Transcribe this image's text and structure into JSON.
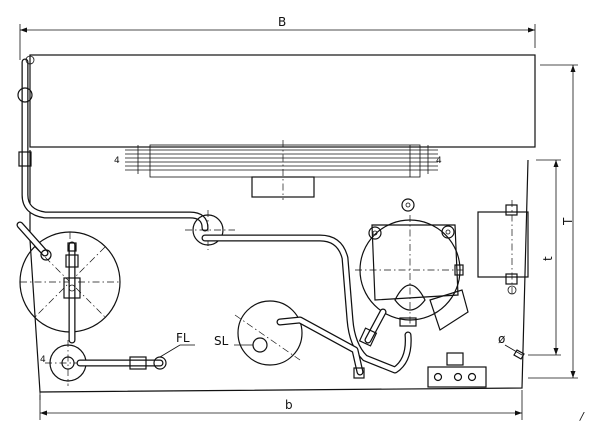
{
  "dimensions": {
    "width_total": "B",
    "width_base": "b",
    "height_total": "T",
    "height_partial": "t",
    "diameter": "ø"
  },
  "labels": {
    "filter": "FL",
    "suction_line": "SL"
  },
  "corner_mark": "/"
}
